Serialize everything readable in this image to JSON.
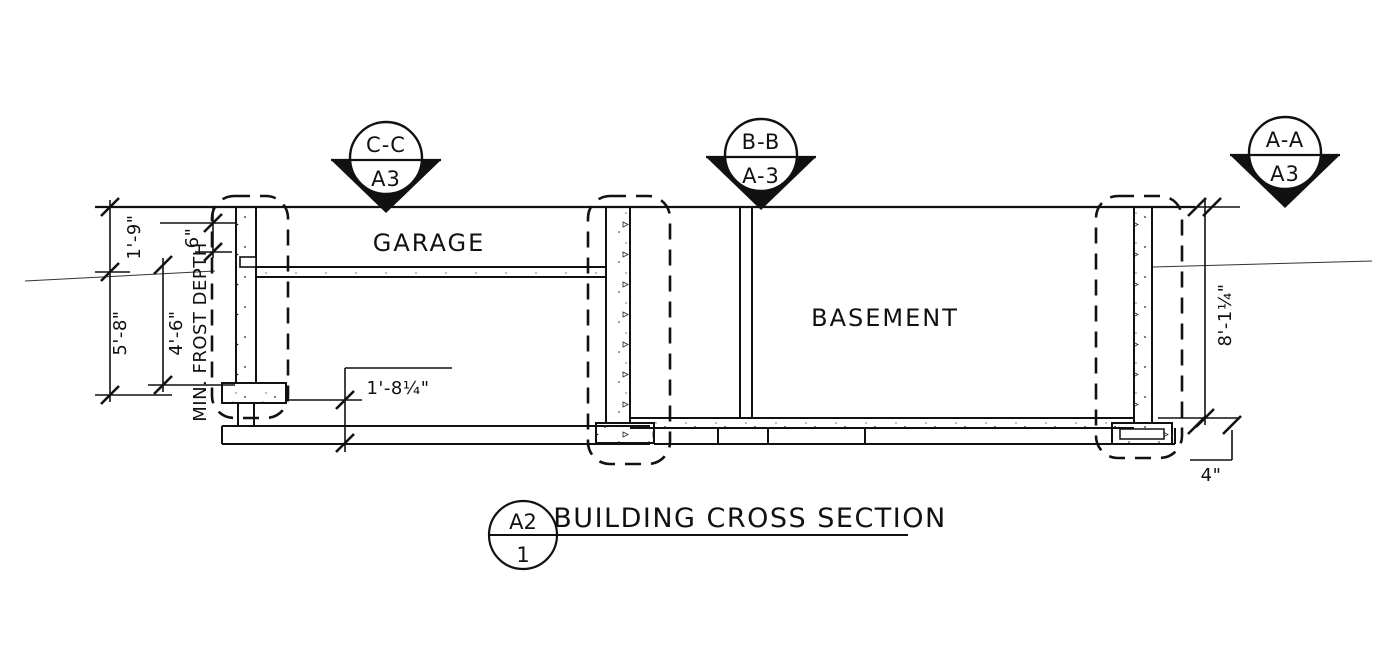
{
  "drawing": {
    "section_markers": [
      {
        "section": "C-C",
        "sheet": "A3"
      },
      {
        "section": "B-B",
        "sheet": "A-3"
      },
      {
        "section": "A-A",
        "sheet": "A3"
      }
    ],
    "rooms": {
      "garage": "GARAGE",
      "basement": "BASEMENT"
    },
    "dimensions": {
      "left_height_upper": "1'-9\"",
      "left_height_lower": "5'-8\"",
      "frost_depth": "4'-6\"",
      "frost_note": "MIN. FROST DEPTH",
      "curb_height": "6\"",
      "footing_offset": "1'-8¼\"",
      "right_height": "8'-1¼\"",
      "footing_projection": "4\""
    },
    "title_block": {
      "sheet": "A2",
      "detail": "1",
      "title": "BUILDING CROSS SECTION"
    },
    "colors": {
      "line": "#111111",
      "background": "#ffffff"
    }
  }
}
